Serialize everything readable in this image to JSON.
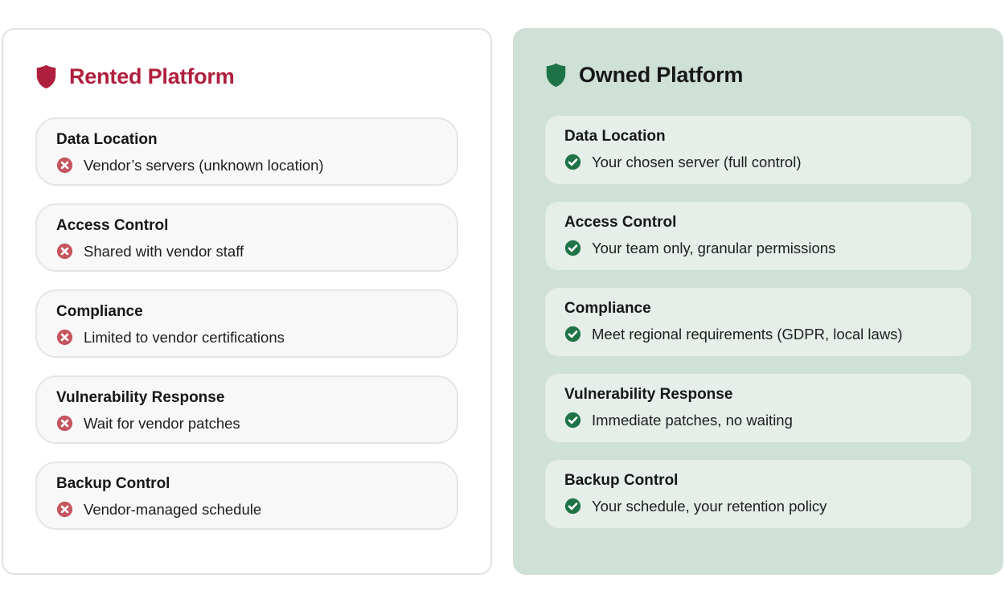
{
  "colors": {
    "accent-red": "#b01f3d",
    "x-badge-red": "#c5555e",
    "accent-green": "#1e7347",
    "owned-panel-bg": "#cfe0d6",
    "owned-card-bg": "#e5eee8",
    "rented-card-bg": "#f8f8f8",
    "rented-card-border": "#e5e5e5",
    "panel-border": "#e2e2e2",
    "text-dark": "#17171a"
  },
  "panels": [
    {
      "id": "rented",
      "title": "Rented Platform",
      "icon": "shield-icon-red",
      "status_icon": "x-circle-icon",
      "items": [
        {
          "title": "Data Location",
          "desc": "Vendor’s servers (unknown location)"
        },
        {
          "title": "Access Control",
          "desc": "Shared with vendor staff"
        },
        {
          "title": "Compliance",
          "desc": "Limited to vendor certifications"
        },
        {
          "title": "Vulnerability Response",
          "desc": "Wait for vendor patches"
        },
        {
          "title": "Backup Control",
          "desc": "Vendor-managed schedule"
        }
      ]
    },
    {
      "id": "owned",
      "title": "Owned Platform",
      "icon": "shield-icon-green",
      "status_icon": "check-circle-icon",
      "items": [
        {
          "title": "Data Location",
          "desc": "Your chosen server (full control)"
        },
        {
          "title": "Access Control",
          "desc": "Your team only, granular permissions"
        },
        {
          "title": "Compliance",
          "desc": "Meet regional requirements (GDPR, local laws)"
        },
        {
          "title": "Vulnerability Response",
          "desc": "Immediate patches, no waiting"
        },
        {
          "title": "Backup Control",
          "desc": "Your schedule, your retention policy"
        }
      ]
    }
  ]
}
